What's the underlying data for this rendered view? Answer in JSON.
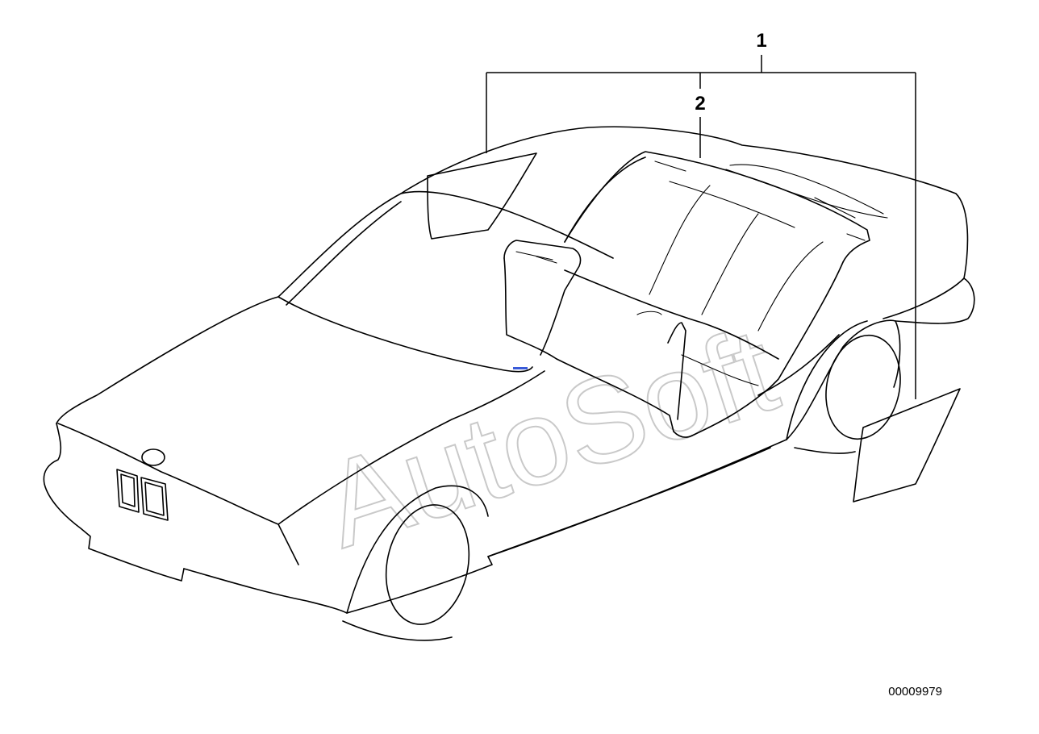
{
  "diagram": {
    "callouts": [
      {
        "id": "1",
        "label": "1"
      },
      {
        "id": "2",
        "label": "2"
      }
    ],
    "watermark": "AutoSoft",
    "document_number": "00009979"
  }
}
